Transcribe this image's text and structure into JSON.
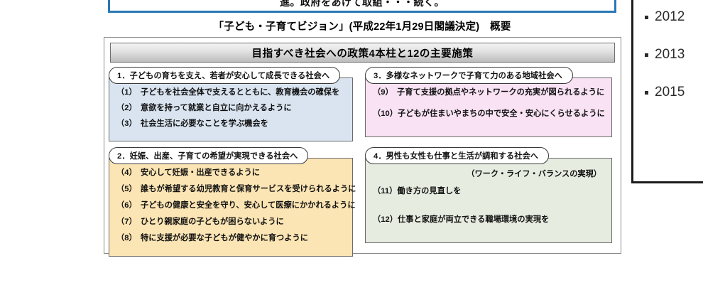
{
  "top_note": {
    "text": "進。政府をあげて取組・・・続く。"
  },
  "document": {
    "title": "「子ども・子育てビジョン」(平成22年1月29日閣議決定)　概要",
    "banner": "目指すべき社会への政策4本柱と12の主要施策"
  },
  "quadrants": [
    {
      "id": "q1",
      "heading": "1．子どもの育ちを支え、若者が安心して成長できる社会へ",
      "fill_color": "#d9e4f0",
      "measures": [
        {
          "num": "（1）",
          "text": "子どもを社会全体で支えるとともに、教育機会の確保を"
        },
        {
          "num": "（2）",
          "text": "意欲を持って就業と自立に向かえるように"
        },
        {
          "num": "（3）",
          "text": "社会生活に必要なことを学ぶ機会を"
        }
      ]
    },
    {
      "id": "q2",
      "heading": "2．妊娠、出産、子育ての希望が実現できる社会へ",
      "fill_color": "#fce5b4",
      "measures": [
        {
          "num": "（4）",
          "text": "安心して妊娠・出産できるように"
        },
        {
          "num": "（5）",
          "text": "誰もが希望する幼児教育と保育サービスを受けられるように"
        },
        {
          "num": "（6）",
          "text": "子どもの健康と安全を守り、安心して医療にかかれるように"
        },
        {
          "num": "（7）",
          "text": "ひとり親家庭の子どもが困らないように"
        },
        {
          "num": "（8）",
          "text": "特に支援が必要な子どもが健やかに育つように"
        }
      ]
    },
    {
      "id": "q3",
      "heading": "3．多様なネットワークで子育て力のある地域社会へ",
      "fill_color": "#f8e2f4",
      "measures": [
        {
          "num": "（9）",
          "text": "子育て支援の拠点やネットワークの充実が図られるように"
        },
        {
          "num": "（10）",
          "text": "子どもが住まいやまちの中で安全・安心にくらせるように"
        }
      ]
    },
    {
      "id": "q4",
      "heading": "4．男性も女性も仕事と生活が調和する社会へ",
      "fill_color": "#e6ece0",
      "note": "（ワーク・ライフ・バランスの実現）",
      "measures": [
        {
          "num": "（11）",
          "text": "働き方の見直しを"
        },
        {
          "num": "（12）",
          "text": "仕事と家庭が両立できる職場環境の実現を"
        }
      ]
    }
  ],
  "side_panel": {
    "years": [
      {
        "label": "2012"
      },
      {
        "label": "2013"
      },
      {
        "label": "2015"
      }
    ]
  }
}
